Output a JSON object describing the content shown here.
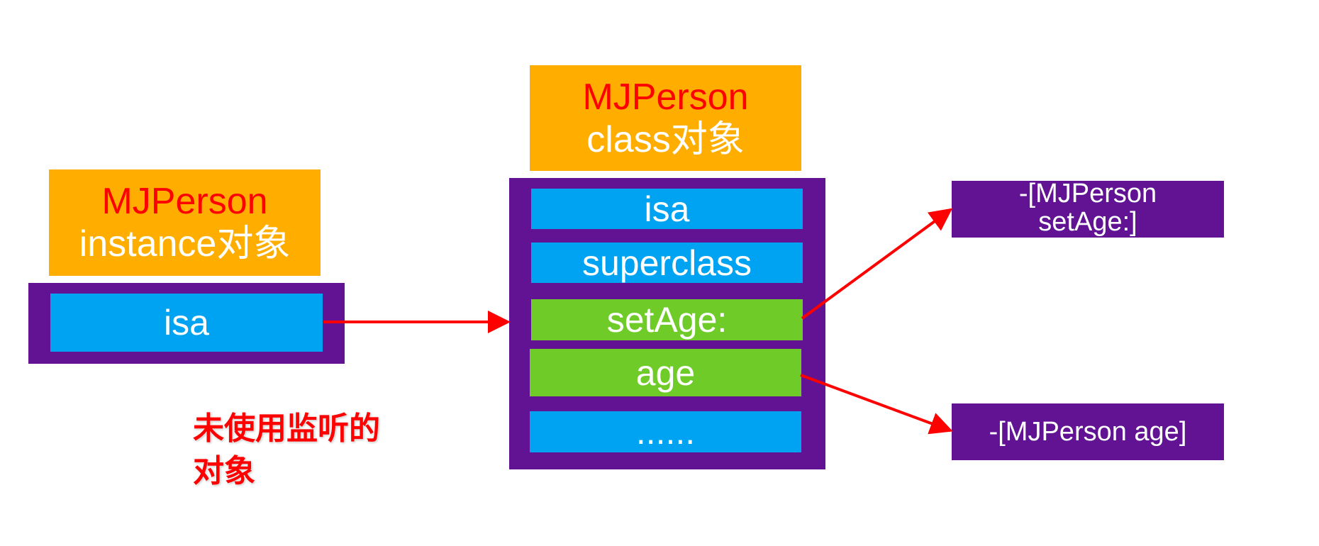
{
  "colors": {
    "header_bg": "#FFAE00",
    "container_bg": "#621394",
    "slot_blue": "#00A3F1",
    "slot_green": "#6FCB28",
    "class_name": "#FF0000",
    "arrow": "#FF0000",
    "text": "#FFFFFF"
  },
  "instance": {
    "class_name": "MJPerson",
    "kind": "instance对象",
    "slots": [
      {
        "label": "isa",
        "color": "blue"
      }
    ]
  },
  "class_object": {
    "class_name": "MJPerson",
    "kind": "class对象",
    "slots": [
      {
        "label": "isa",
        "color": "blue"
      },
      {
        "label": "superclass",
        "color": "blue"
      },
      {
        "label": "setAge:",
        "color": "green"
      },
      {
        "label": "age",
        "color": "green"
      },
      {
        "label": "......",
        "color": "blue"
      }
    ]
  },
  "methods": [
    {
      "label": "-[MJPerson setAge:]"
    },
    {
      "label": "-[MJPerson age]"
    }
  ],
  "note": {
    "line1": "未使用监听的",
    "line2": "对象"
  },
  "connections": [
    {
      "from": "instance.isa",
      "to": "class_object"
    },
    {
      "from": "class_object.setAge:",
      "to": "-[MJPerson setAge:]"
    },
    {
      "from": "class_object.age",
      "to": "-[MJPerson age]"
    }
  ]
}
